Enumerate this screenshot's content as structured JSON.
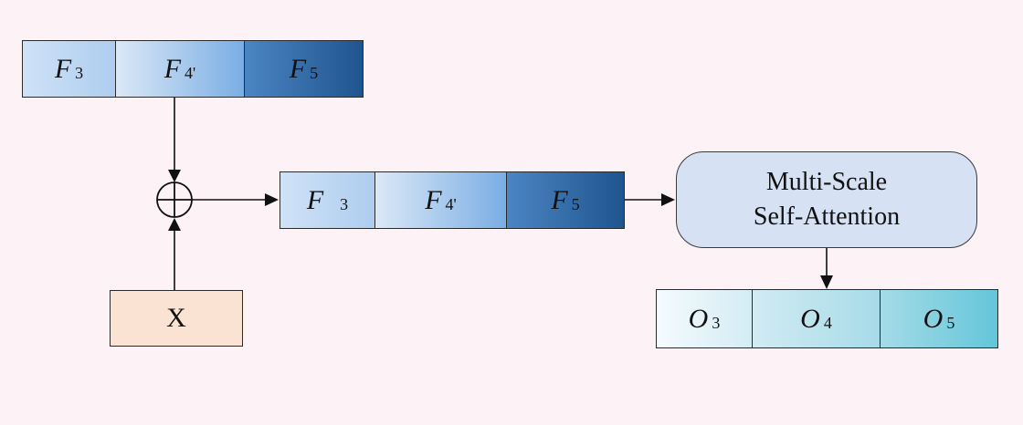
{
  "top_bar": [
    {
      "symbol": "F",
      "subscript": "3"
    },
    {
      "symbol": "F",
      "subscript": "4'"
    },
    {
      "symbol": "F",
      "subscript": "5"
    }
  ],
  "middle_bar": [
    {
      "symbol": "F",
      "subscript": "3"
    },
    {
      "symbol": "F",
      "subscript": "4'"
    },
    {
      "symbol": "F",
      "subscript": "5"
    }
  ],
  "input_box": {
    "label": "X"
  },
  "attention_box": {
    "line1": "Multi-Scale",
    "line2": "Self-Attention"
  },
  "output_bar": [
    {
      "symbol": "O",
      "subscript": "3"
    },
    {
      "symbol": "O",
      "subscript": "4"
    },
    {
      "symbol": "O",
      "subscript": "5"
    }
  ]
}
